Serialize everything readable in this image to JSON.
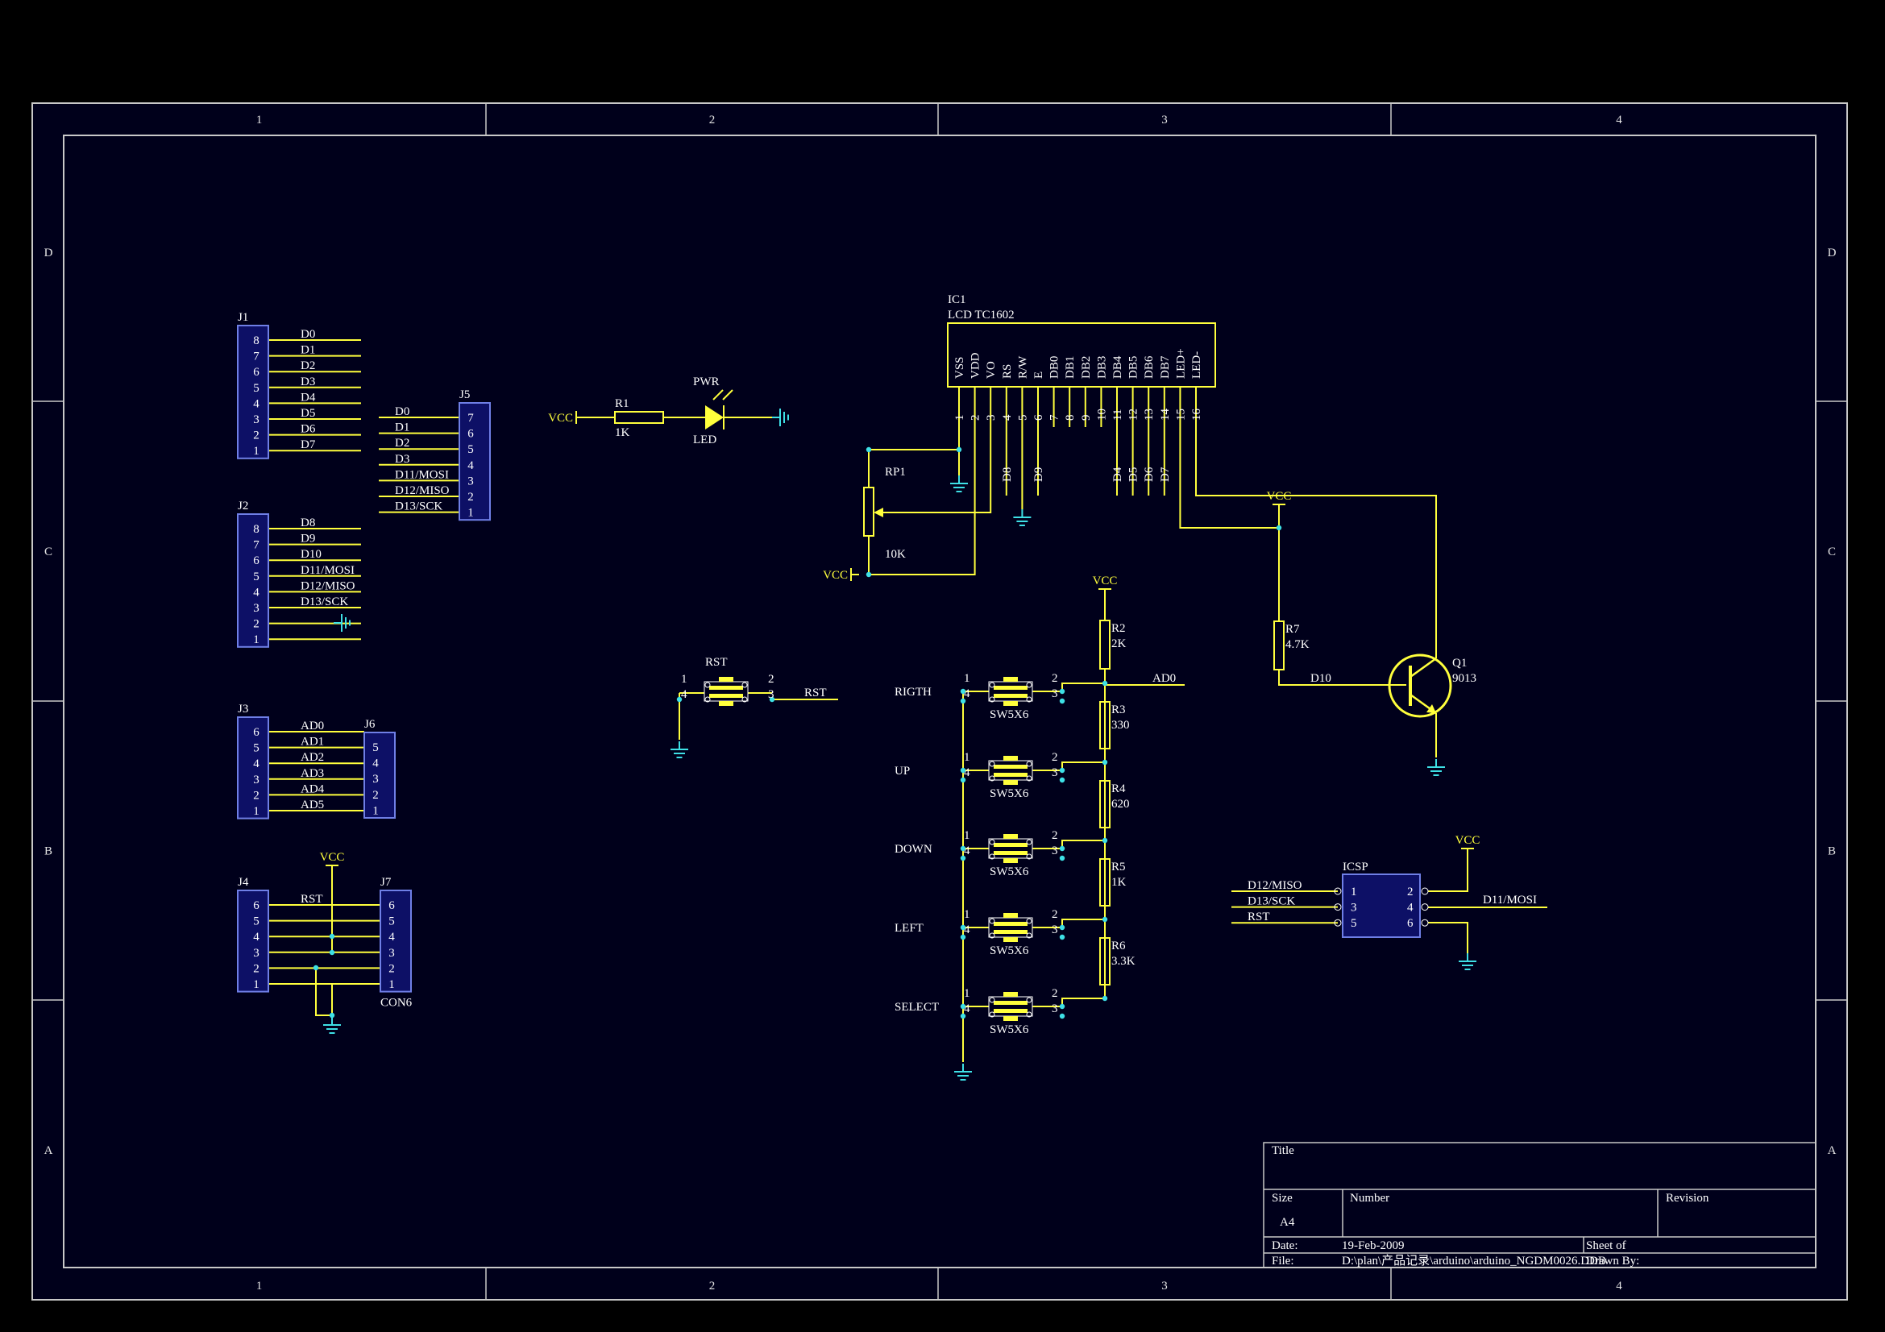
{
  "colors": {
    "background": "#000000",
    "sheet": "#00001b",
    "border": "#c8c8c8",
    "border_text": "#e6e6e6",
    "wire": "#ffff3c",
    "component": "#ffff3c",
    "pin": "#ffffff",
    "label": "#ffffff",
    "header_body": "#0d1066",
    "header_edge": "#6f7fe6",
    "junction": "#3ee0e6",
    "ground": "#3ee0e6"
  },
  "frame": {
    "columns": [
      "1",
      "2",
      "3",
      "4"
    ],
    "rows": [
      "D",
      "C",
      "B",
      "A"
    ]
  },
  "headers": {
    "j1": {
      "designator": "J1",
      "pins": [
        "8",
        "7",
        "6",
        "5",
        "4",
        "3",
        "2",
        "1"
      ],
      "nets": [
        "D0",
        "D1",
        "D2",
        "D3",
        "D4",
        "D5",
        "D6",
        "D7"
      ]
    },
    "j2": {
      "designator": "J2",
      "pins": [
        "8",
        "7",
        "6",
        "5",
        "4",
        "3",
        "2",
        "1"
      ],
      "nets": [
        "D8",
        "D9",
        "D10",
        "D11/MOSI",
        "D12/MISO",
        "D13/SCK",
        "",
        ""
      ]
    },
    "j3": {
      "designator": "J3",
      "pins": [
        "6",
        "5",
        "4",
        "3",
        "2",
        "1"
      ],
      "nets": [
        "AD0",
        "AD1",
        "AD2",
        "AD3",
        "AD4",
        "AD5"
      ]
    },
    "j4": {
      "designator": "J4",
      "pins": [
        "6",
        "5",
        "4",
        "3",
        "2",
        "1"
      ],
      "nets": [
        "RST",
        "",
        "",
        "",
        "",
        ""
      ]
    },
    "j5": {
      "designator": "J5",
      "pins": [
        "7",
        "6",
        "5",
        "4",
        "3",
        "2",
        "1"
      ],
      "nets": [
        "D0",
        "D1",
        "D2",
        "D3",
        "D11/MOSI",
        "D12/MISO",
        "D13/SCK"
      ]
    },
    "j6": {
      "designator": "J6",
      "pins": [
        "5",
        "4",
        "3",
        "2",
        "1"
      ]
    },
    "j7": {
      "designator": "J7",
      "type": "CON6",
      "pins": [
        "6",
        "5",
        "4",
        "3",
        "2",
        "1"
      ]
    }
  },
  "power_labels": {
    "vcc": "VCC"
  },
  "pwr_led": {
    "resistor": "R1",
    "resistor_value": "1K",
    "led_label": "PWR",
    "led_type": "LED"
  },
  "lcd": {
    "designator": "IC1",
    "part": "LCD  TC1602",
    "pin_names": [
      "VSS",
      "VDD",
      "VO",
      "RS",
      "R/W",
      "E",
      "DB0",
      "DB1",
      "DB2",
      "DB3",
      "DB4",
      "DB5",
      "DB6",
      "DB7",
      "LED+",
      "LED-"
    ],
    "pin_numbers": [
      "1",
      "2",
      "3",
      "4",
      "5",
      "6",
      "7",
      "8",
      "9",
      "10",
      "11",
      "12",
      "13",
      "14",
      "15",
      "16"
    ],
    "net_labels": [
      "D8",
      "D9",
      "D4",
      "D5",
      "D6",
      "D7"
    ]
  },
  "pot": {
    "designator": "RP1",
    "value": "10K"
  },
  "transistor": {
    "designator": "Q1",
    "part": "9013",
    "base_resistor": "R7",
    "base_resistor_value": "4.7K",
    "base_net": "D10"
  },
  "reset": {
    "label": "RST",
    "net": "RST",
    "pins": [
      "1",
      "2",
      "4",
      "3"
    ]
  },
  "keypad": {
    "buttons": [
      "RIGTH",
      "UP",
      "DOWN",
      "LEFT",
      "SELECT"
    ],
    "switch_type": "SW5X6",
    "pins": [
      "1",
      "2",
      "4",
      "3"
    ],
    "resistors": [
      {
        "designator": "R2",
        "value": "2K"
      },
      {
        "designator": "R3",
        "value": "330"
      },
      {
        "designator": "R4",
        "value": "620"
      },
      {
        "designator": "R5",
        "value": "1K"
      },
      {
        "designator": "R6",
        "value": "3.3K"
      }
    ],
    "output_net": "AD0"
  },
  "icsp": {
    "designator": "ICSP",
    "pins_left": [
      "1",
      "3",
      "5"
    ],
    "pins_right": [
      "2",
      "4",
      "6"
    ],
    "nets_left": [
      "D12/MISO",
      "D13/SCK",
      "RST"
    ],
    "net_right": "D11/MOSI"
  },
  "title_block": {
    "title_label": "Title",
    "size_label": "Size",
    "size_value": "A4",
    "number_label": "Number",
    "revision_label": "Revision",
    "date_label": "Date:",
    "date_value": "19-Feb-2009",
    "file_label": "File:",
    "file_value": "D:\\plan\\产品记录\\arduino\\arduino_NGDM0026.DDB",
    "sheet_label": "Sheet    of",
    "drawn_label": "Drawn By:"
  }
}
